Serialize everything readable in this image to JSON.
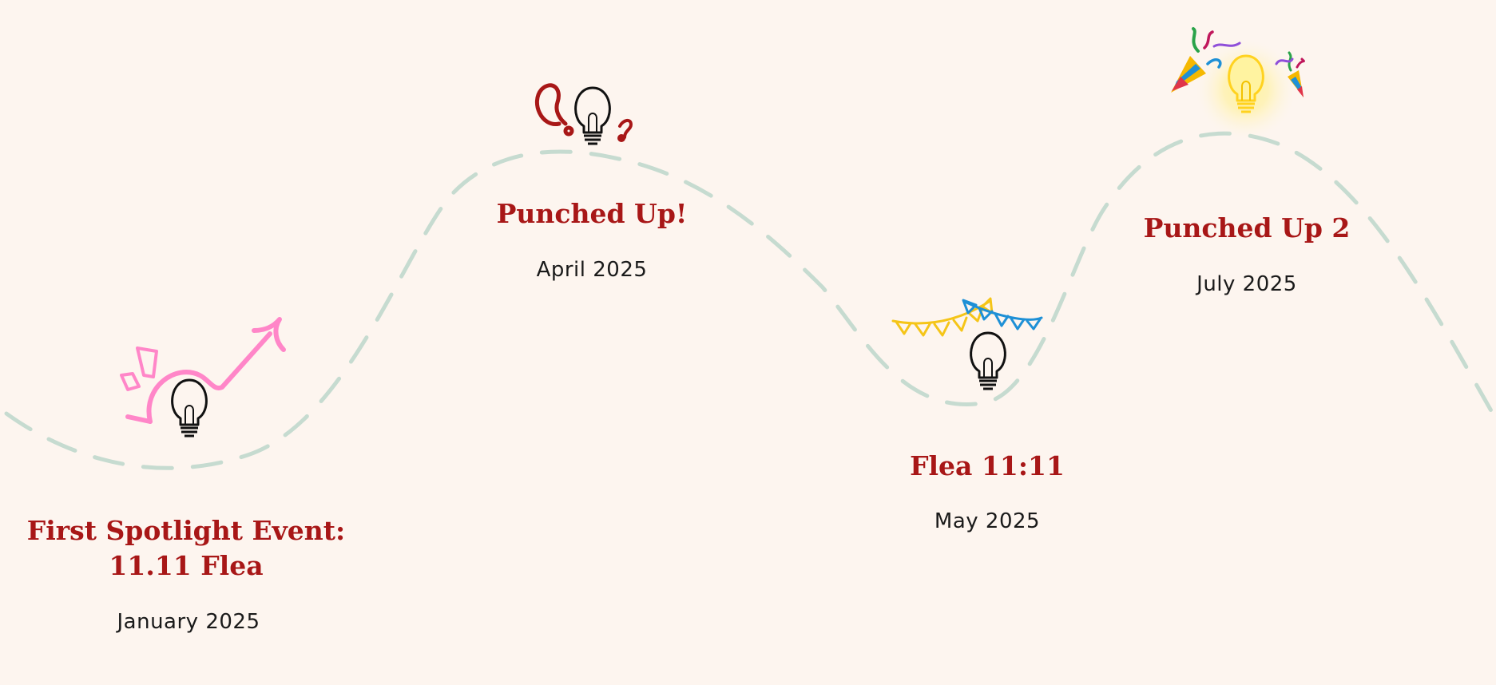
{
  "colors": {
    "background": "#fdf5ef",
    "path": "#c6dbd0",
    "title": "#a81717",
    "date": "#1a1a1a",
    "pink_accent": "#ff86c8",
    "red_accent": "#a81717",
    "bunting_yellow": "#f5c518",
    "bunting_blue": "#1e90d6",
    "glow_yellow": "#ffe14d"
  },
  "milestones": [
    {
      "title_line1": "First Spotlight Event:",
      "title_line2": "11.11 Flea",
      "date": "January 2025",
      "icon": "lightbulb-icon",
      "decoration": "pink-swoosh-arrow-icon"
    },
    {
      "title_line1": "Punched Up!",
      "date": "April 2025",
      "icon": "lightbulb-icon",
      "decoration": "question-marks-icon"
    },
    {
      "title_line1": "Flea 11:11",
      "date": "May 2025",
      "icon": "lightbulb-icon",
      "decoration": "bunting-flags-icon"
    },
    {
      "title_line1": "Punched Up 2",
      "date": "July 2025",
      "icon": "glowing-lightbulb-icon",
      "decoration": "party-poppers-icon"
    }
  ]
}
